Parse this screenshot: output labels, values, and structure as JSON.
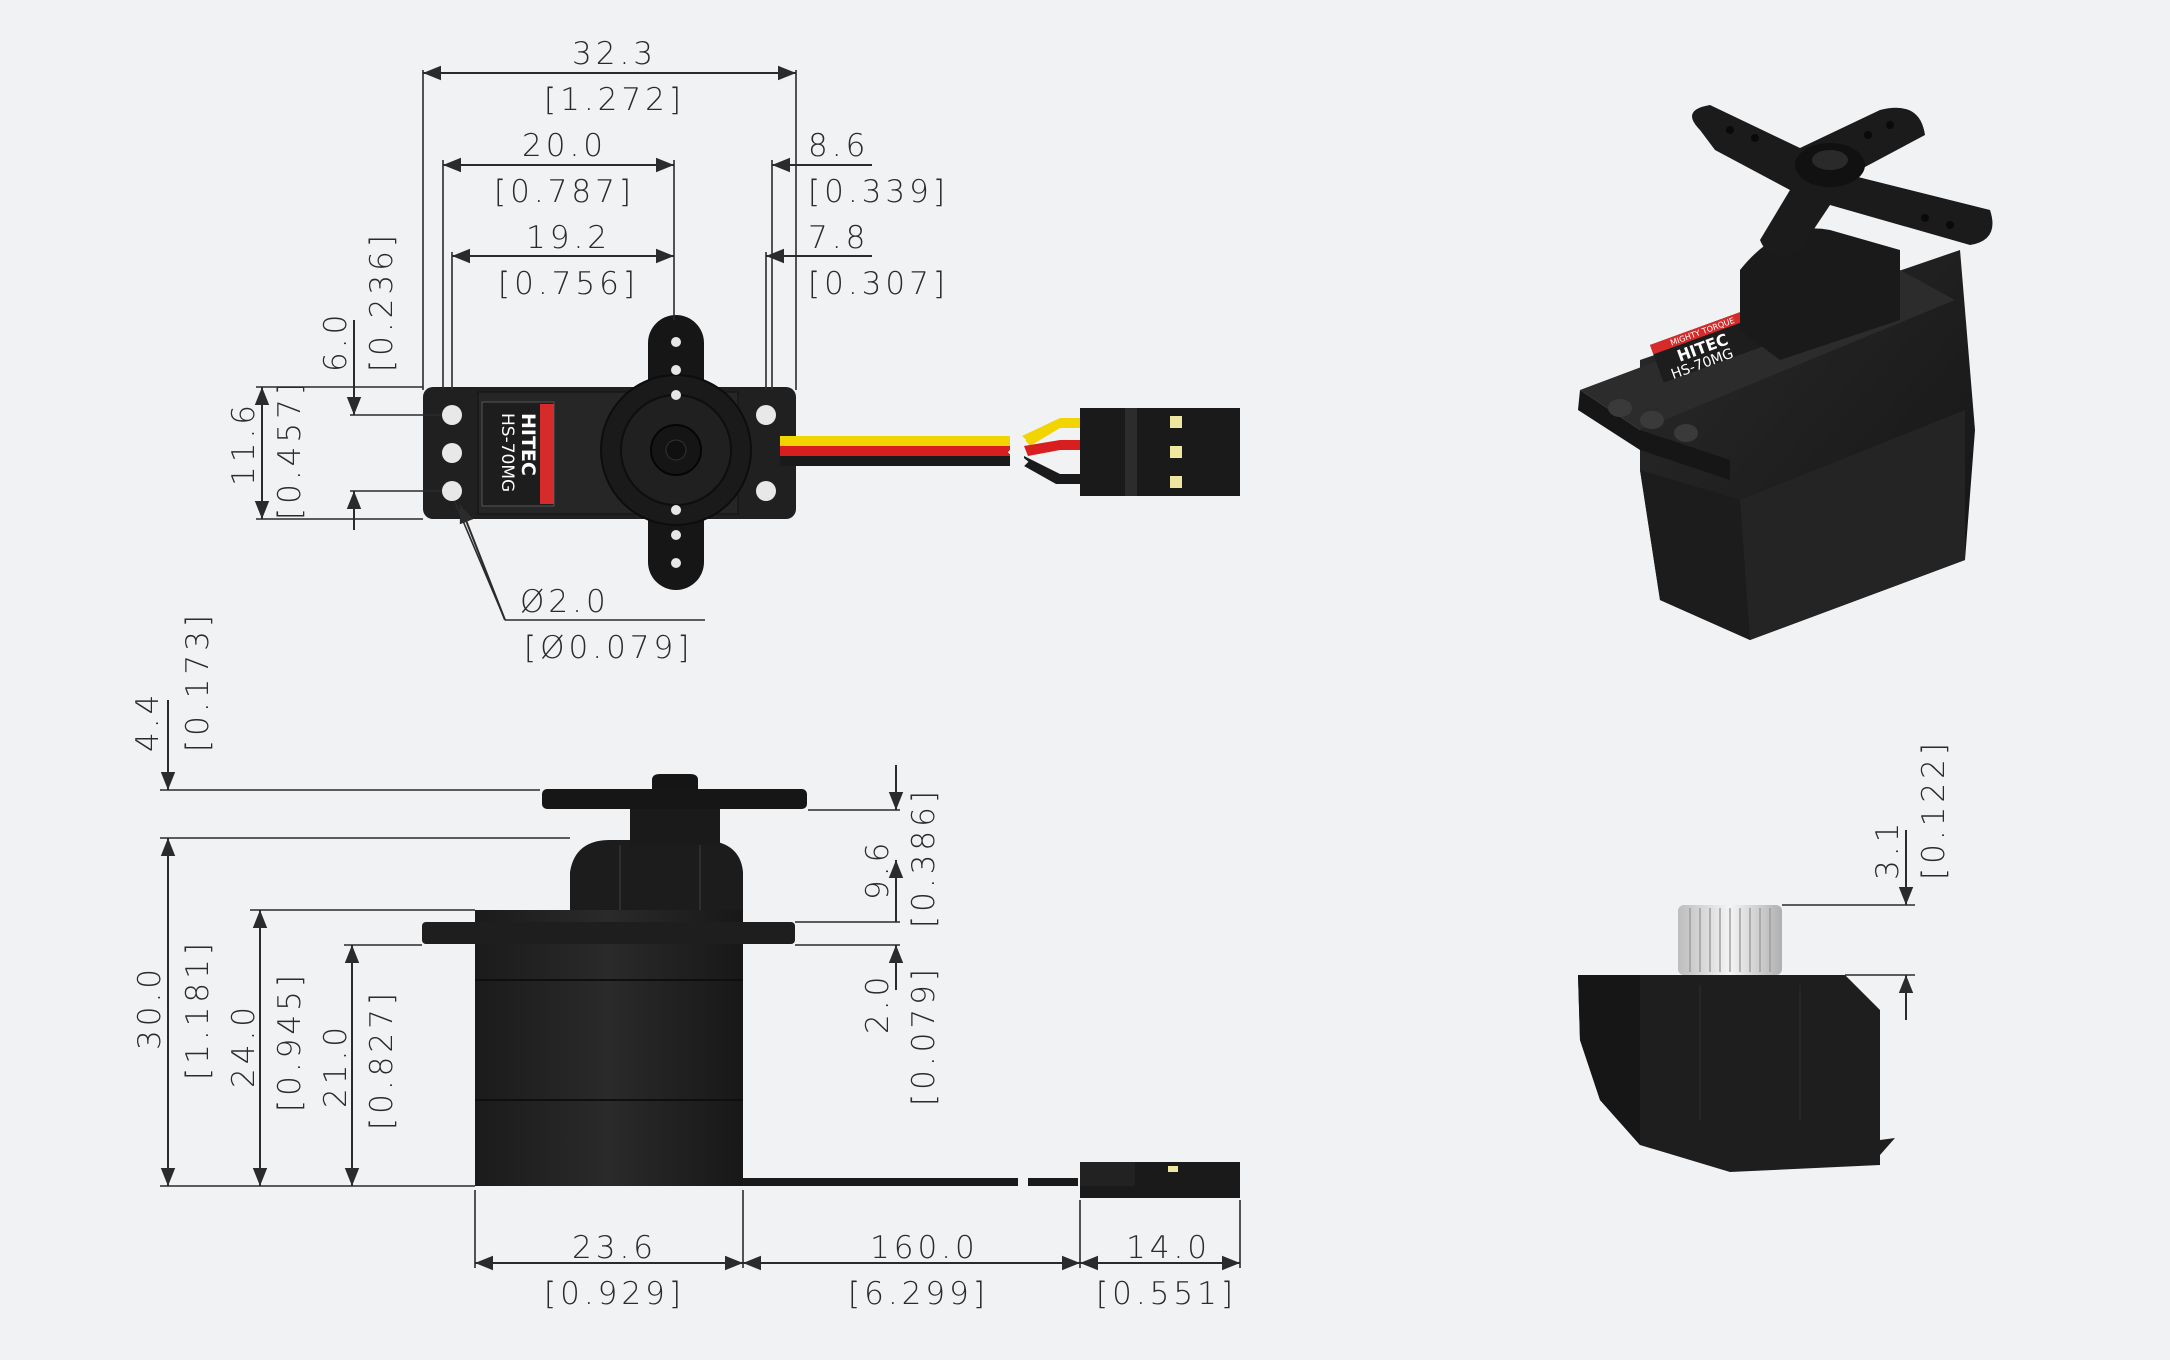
{
  "model_label": "HS-70MG",
  "brand_label": "HITEC",
  "tagline": "MIGHTY TORQUE",
  "top_view": {
    "width_overall": {
      "mm": "32.3",
      "in": "[1.272]"
    },
    "width_mid": {
      "mm": "20.0",
      "in": "[0.787]"
    },
    "width_inner": {
      "mm": "19.2",
      "in": "[0.756]"
    },
    "offset_a": {
      "mm": "8.6",
      "in": "[0.339]"
    },
    "offset_b": {
      "mm": "7.8",
      "in": "[0.307]"
    },
    "hole_offset": {
      "mm": "6.0",
      "in": "[0.236]"
    },
    "body_height": {
      "mm": "11.6",
      "in": "[0.457]"
    },
    "hole_dia": {
      "mm": "Ø2.0",
      "in": "[Ø0.079]"
    }
  },
  "side_view": {
    "horn_height": {
      "mm": "4.4",
      "in": "[0.173]"
    },
    "overall_height": {
      "mm": "30.0",
      "in": "[1.181]"
    },
    "flange_height": {
      "mm": "24.0",
      "in": "[0.945]"
    },
    "case_height": {
      "mm": "21.0",
      "in": "[0.827]"
    },
    "top_height": {
      "mm": "9.6",
      "in": "[0.386]"
    },
    "flange_thick": {
      "mm": "2.0",
      "in": "[0.079]"
    },
    "case_width": {
      "mm": "23.6",
      "in": "[0.929]"
    },
    "lead_length": {
      "mm": "160.0",
      "in": "[6.299]"
    },
    "plug_length": {
      "mm": "14.0",
      "in": "[0.551]"
    }
  },
  "spline_view": {
    "spline_height": {
      "mm": "3.1",
      "in": "[0.122]"
    }
  },
  "colors": {
    "background": "#f0f2f4",
    "body": "#202020",
    "wire_yellow": "#f2d400",
    "wire_red": "#d81e1e",
    "wire_black": "#1a1a1a",
    "label_red": "#d52b2b"
  }
}
